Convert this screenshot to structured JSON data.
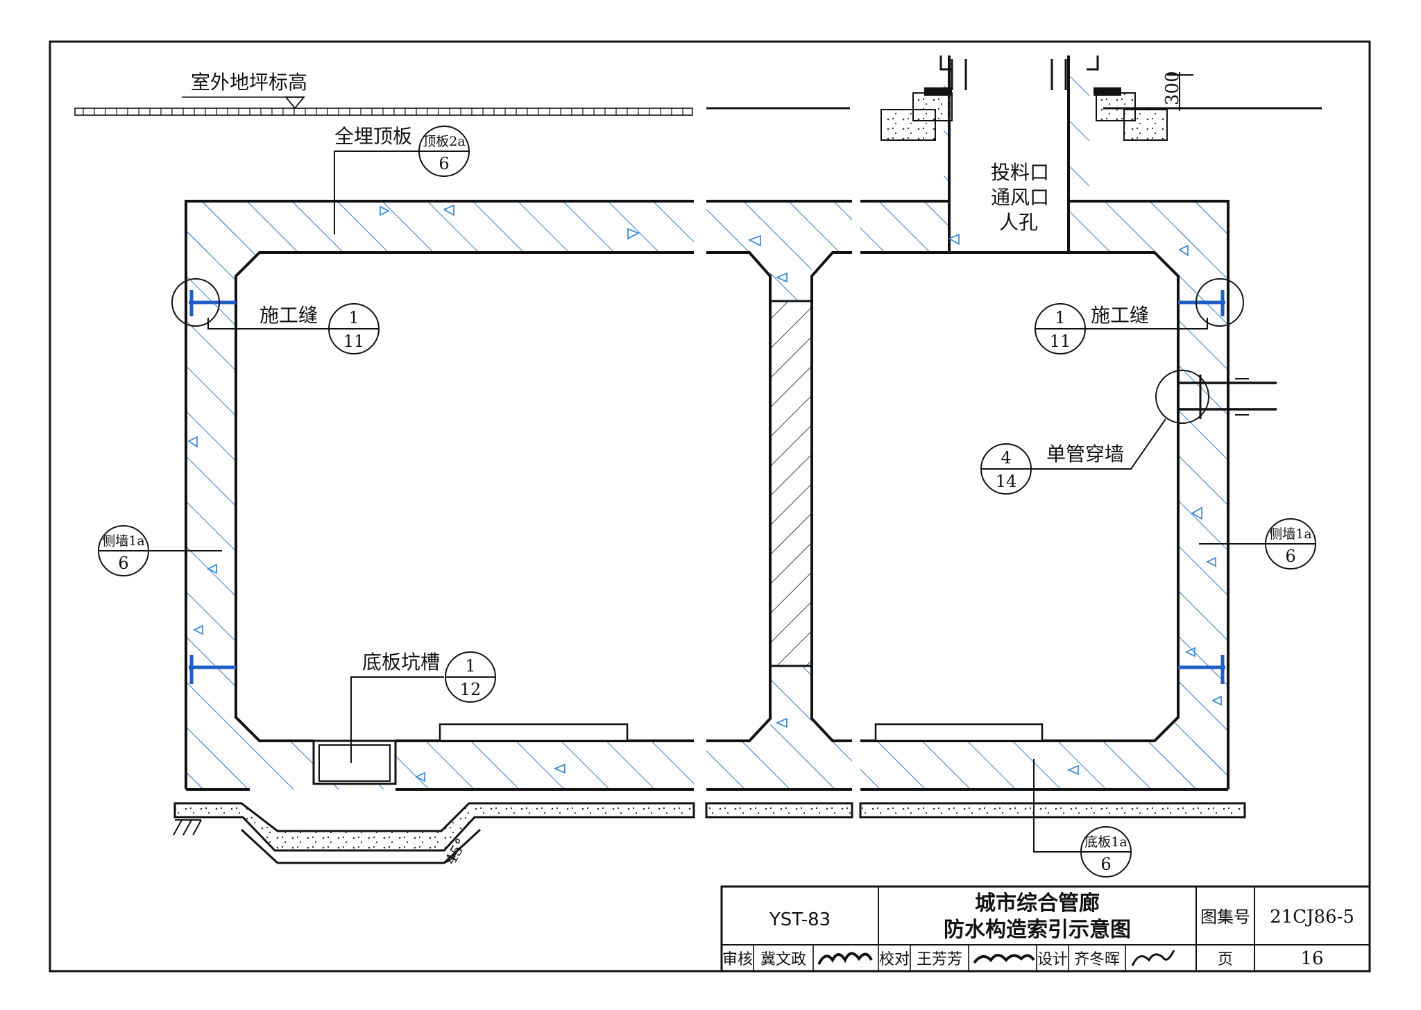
{
  "labels": {
    "ground_level": "室外地坪标高",
    "roof_slab": "全埋顶板",
    "construction_joint_left": "施工缝",
    "construction_joint_right": "施工缝",
    "opening_line1": "投料口",
    "opening_line2": "通风口",
    "opening_line3": "人孔",
    "single_pipe": "单管穿墙",
    "floor_pit": "底板坑槽",
    "dim_300": "300",
    "angle_45": "45°"
  },
  "index_marks": {
    "roof_2a": {
      "top": "顶板2a",
      "bottom": "6"
    },
    "joint_left": {
      "top": "1",
      "bottom": "11"
    },
    "joint_right": {
      "top": "1",
      "bottom": "11"
    },
    "side_wall_left": {
      "top": "侧墙1a",
      "bottom": "6"
    },
    "side_wall_right": {
      "top": "侧墙1a",
      "bottom": "6"
    },
    "pipe": {
      "top": "4",
      "bottom": "14"
    },
    "floor_pit": {
      "top": "1",
      "bottom": "12"
    },
    "floor_1a": {
      "top": "底板1a",
      "bottom": "6"
    }
  },
  "title_block": {
    "code": "YST-83",
    "title_line1": "城市综合管廊",
    "title_line2": "防水构造索引示意图",
    "atlas_label": "图集号",
    "atlas_no": "21CJ86-5",
    "review_label": "审核",
    "reviewer": "冀文政",
    "check_label": "校对",
    "checker": "王芳芳",
    "design_label": "设计",
    "designer": "齐冬晖",
    "page_label": "页",
    "page_no": "16"
  },
  "colors": {
    "line": "#111111",
    "hatch": "#2f7fd0",
    "joint": "#1f5fc4",
    "background": "#ffffff"
  }
}
